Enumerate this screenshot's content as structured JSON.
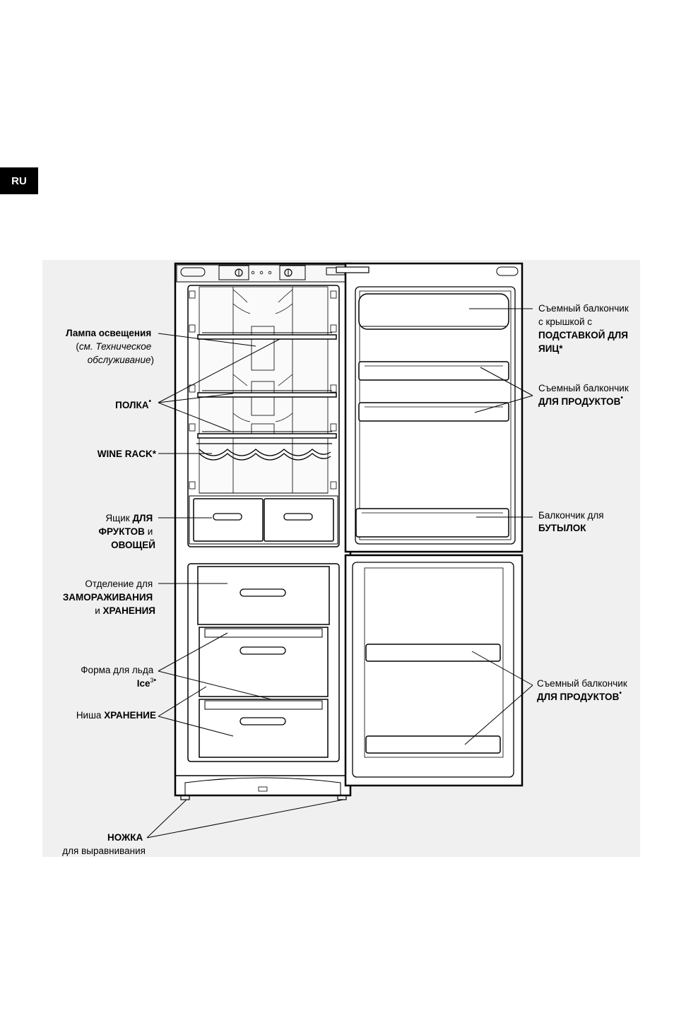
{
  "language_tab": "RU",
  "labels": {
    "lamp": {
      "l1": "Лампа освещения",
      "l2a": "(",
      "l2b": "см. Техническое",
      "l3a": "обслуживание",
      "l3b": ")"
    },
    "shelf": {
      "text": "ПОЛКА",
      "mark": "•"
    },
    "wine_rack": {
      "text": "WINE RACK",
      "mark": "*"
    },
    "crisper": {
      "l1a": "Ящик ",
      "l1b": "ДЛЯ",
      "l2a": "ФРУКТОВ",
      "l2b": " и",
      "l3": "ОВОЩЕЙ"
    },
    "freezer": {
      "l1": "Отделение для",
      "l2": "ЗАМОРАЖИВАНИЯ",
      "l3a": "и ",
      "l3b": "ХРАНЕНИЯ"
    },
    "ice": {
      "l1": "Форма для льда",
      "l2": "Ice",
      "sup": "3",
      "mark": "•"
    },
    "storage": {
      "a": "Ниша ",
      "b": "ХРАНЕНИЕ"
    },
    "foot": {
      "l1": "НОЖКА",
      "l2": "для выравнивания"
    },
    "egg_bin": {
      "l1": "Съемный балкончик",
      "l2": "с крышкой с",
      "l3": "ПОДСТАВКОЙ ДЛЯ",
      "l4": "ЯИЦ*"
    },
    "door_bin_upper": {
      "l1": "Съемный балкончик",
      "l2": "ДЛЯ ПРОДУКТОВ",
      "mark": "•"
    },
    "bottle_bin": {
      "l1": "Балкончик для",
      "l2": "БУТЫЛОК"
    },
    "door_bin_lower": {
      "l1": "Съемный балкончик",
      "l2": "ДЛЯ ПРОДУКТОВ",
      "mark": "•"
    }
  }
}
